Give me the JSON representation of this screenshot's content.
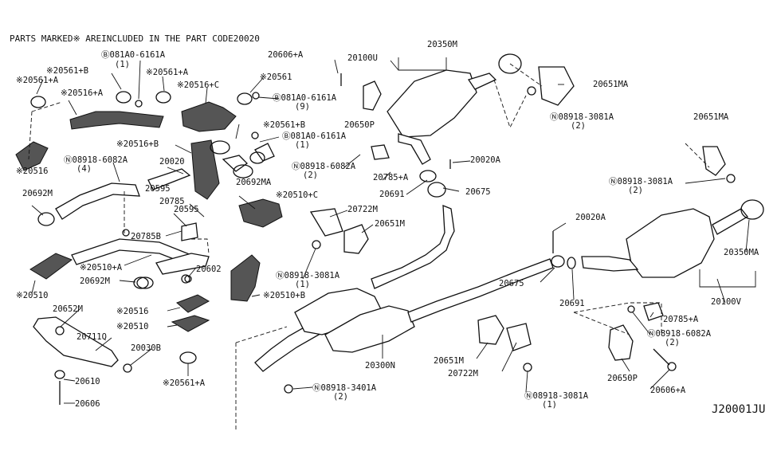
{
  "header_note": "PARTS MARKED※ AREINCLUDED IN THE PART CODE20020",
  "diagram_code": "J20001JU",
  "labels": [
    {
      "id": "20561+B",
      "text": "※20561+B"
    },
    {
      "id": "081A0-6161A-1",
      "text": "Ⓑ081A0-6161A"
    },
    {
      "id": "081A0-6161A-1-qty",
      "text": "(1)"
    },
    {
      "id": "20561+A-top",
      "text": "※20561+A"
    },
    {
      "id": "20561+A-left",
      "text": "※20561+A"
    },
    {
      "id": "20516+A",
      "text": "※20516+A"
    },
    {
      "id": "20516+C",
      "text": "※20516+C"
    },
    {
      "id": "20561",
      "text": "※20561"
    },
    {
      "id": "20606+A-top",
      "text": "20606+A"
    },
    {
      "id": "20100U",
      "text": "20100U"
    },
    {
      "id": "20350M",
      "text": "20350M"
    },
    {
      "id": "20651MA-top",
      "text": "20651MA"
    },
    {
      "id": "081A0-6161A-9",
      "text": "Ⓑ081A0-6161A"
    },
    {
      "id": "081A0-6161A-9-qty",
      "text": "(9)"
    },
    {
      "id": "20650P-top",
      "text": "20650P"
    },
    {
      "id": "08918-3081A-r2",
      "text": "Ⓝ08918-3081A"
    },
    {
      "id": "08918-3081A-r2-qty",
      "text": "(2)"
    },
    {
      "id": "20561+B-mid",
      "text": "※20561+B"
    },
    {
      "id": "081A0-6161A-1b",
      "text": "Ⓑ081A0-6161A"
    },
    {
      "id": "081A0-6161A-1b-qty",
      "text": "(1)"
    },
    {
      "id": "20651MA-right",
      "text": "20651MA"
    },
    {
      "id": "20516+B",
      "text": "※20516+B"
    },
    {
      "id": "20516",
      "text": "※20516"
    },
    {
      "id": "08918-6082A-4",
      "text": "Ⓝ08918-6082A"
    },
    {
      "id": "08918-6082A-4-qty",
      "text": "(4)"
    },
    {
      "id": "20020",
      "text": "20020"
    },
    {
      "id": "08918-6082A-2",
      "text": "Ⓝ08918-6082A"
    },
    {
      "id": "08918-6082A-2-qty",
      "text": "(2)"
    },
    {
      "id": "20785+A-top",
      "text": "20785+A"
    },
    {
      "id": "20020A-top",
      "text": "20020A"
    },
    {
      "id": "20692M-top",
      "text": "20692M"
    },
    {
      "id": "20595-a",
      "text": "20595"
    },
    {
      "id": "20692MA",
      "text": "20692MA"
    },
    {
      "id": "20691-top",
      "text": "20691"
    },
    {
      "id": "20675-top",
      "text": "20675"
    },
    {
      "id": "08918-3081A-2b",
      "text": "Ⓝ08918-3081A"
    },
    {
      "id": "08918-3081A-2b-qty",
      "text": "(2)"
    },
    {
      "id": "20785",
      "text": "20785"
    },
    {
      "id": "20595-b",
      "text": "20595"
    },
    {
      "id": "20510+C",
      "text": "※20510+C"
    },
    {
      "id": "20722M-top",
      "text": "20722M"
    },
    {
      "id": "20785B",
      "text": "20785B"
    },
    {
      "id": "20651M-top",
      "text": "20651M"
    },
    {
      "id": "20020A-right",
      "text": "20020A"
    },
    {
      "id": "20350MA",
      "text": "20350MA"
    },
    {
      "id": "20510+A",
      "text": "※20510+A"
    },
    {
      "id": "20602",
      "text": "20602"
    },
    {
      "id": "20692M-mid",
      "text": "20692M"
    },
    {
      "id": "08918-3081A-1",
      "text": "Ⓝ08918-3081A"
    },
    {
      "id": "08918-3081A-1-qty",
      "text": "(1)"
    },
    {
      "id": "20510",
      "text": "※20510"
    },
    {
      "id": "20510+B",
      "text": "※20510+B"
    },
    {
      "id": "20675-right",
      "text": "20675"
    },
    {
      "id": "20691-right",
      "text": "20691"
    },
    {
      "id": "20100V",
      "text": "20100V"
    },
    {
      "id": "20652M",
      "text": "20652M"
    },
    {
      "id": "20516-mid",
      "text": "※20516"
    },
    {
      "id": "20510-mid",
      "text": "※20510"
    },
    {
      "id": "20711Q",
      "text": "20711Q"
    },
    {
      "id": "20030B",
      "text": "20030B"
    },
    {
      "id": "20785+A-right",
      "text": "20785+A"
    },
    {
      "id": "08918-6082A-2b",
      "text": "Ⓝ08918-6082A"
    },
    {
      "id": "08918-6082A-2b-qty",
      "text": "(2)"
    },
    {
      "id": "20300N",
      "text": "20300N"
    },
    {
      "id": "20651M-bot",
      "text": "20651M"
    },
    {
      "id": "20722M-bot",
      "text": "20722M"
    },
    {
      "id": "20610",
      "text": "20610"
    },
    {
      "id": "20561+A-bot",
      "text": "※20561+A"
    },
    {
      "id": "08918-3401A",
      "text": "Ⓝ08918-3401A"
    },
    {
      "id": "08918-3401A-qty",
      "text": "(2)"
    },
    {
      "id": "20650P-bot",
      "text": "20650P"
    },
    {
      "id": "20606+A-bot",
      "text": "20606+A"
    },
    {
      "id": "08918-3081A-1b",
      "text": "Ⓝ08918-3081A"
    },
    {
      "id": "08918-3081A-1b-qty",
      "text": "(1)"
    },
    {
      "id": "20606",
      "text": "20606"
    }
  ]
}
